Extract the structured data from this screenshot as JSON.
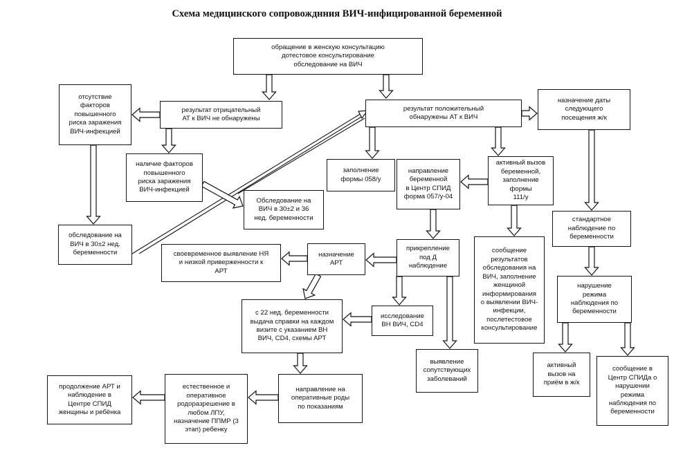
{
  "title": "Схема медицинского сопровожднния ВИЧ-инфицированной беременной",
  "nodes": {
    "n1": "обращение в женскую консультацию\nдотестовое консультирование\nобследование на ВИЧ",
    "n2": "результат отрицательный\nАТ к ВИЧ не обнаружены",
    "n3": "результат положительный\nобнаружены АТ к ВИЧ",
    "n4": "отсутствие\nфакторов\nповышенного\nриска заражения\nВИЧ-инфекцией",
    "n5": "назначение даты\nследующего\nпосещения ж/к",
    "n6": "наличие факторов\nповышенного\nриска заражения\nВИЧ-инфекцией",
    "n7": "заполнение\nформы 058/у",
    "n8": "направление\nбеременной\nв Центр СПИД\nформа 057/у-04",
    "n9": "активный вызов\nбеременной,\nзаполнение формы\n111/у",
    "n10": "Обследование на\nВИЧ в 30±2 и 36\nнед. беременности",
    "n11": "стандартное\nнаблюдение по\nбеременности",
    "n12": "обследование на\nВИЧ в 30±2 нед.\nбеременности",
    "n13": "своевременное выявление НЯ\nи низкой приверженности к\nАРТ",
    "n14": "назначение\nАРТ",
    "n15": "прикрепление\nпод Д\nнаблюдение",
    "n16": "сообщение\nрезультатов\nобследования на\nВИЧ, заполнение\nженщиной\nинформирования\nо выявлении ВИЧ-\nинфекции,\nпослетестовое\nконсультирование",
    "n17": "нарушение\nрежима\nнаблюдения по\nбеременности",
    "n18": "с 22 нед. беременности\nвыдача справки на каждом\nвизите с указанием ВН\nВИЧ, CD4, схемы АРТ",
    "n19": "исследование\nВН ВИЧ, CD4",
    "n20": "выявление\nсопутствующих\nзаболеваний",
    "n21": "активный\nвызов на\nприём в ж/к",
    "n22": "сообщение в\nЦентр СПИДа о\nнарушении\nрежима\nнаблюдения по\nбеременности",
    "n23": "продолжение АРТ и\nнаблюдение в\nЦентре СПИД\nженщины и ребёнка",
    "n24": "естественное и\nоперативное\nродоразрешение в\nлюбом ЛПУ,\nназначение ППМР (3\nэтап) ребенку",
    "n25": "направление на\nоперативные роды\nпо показаниям"
  }
}
